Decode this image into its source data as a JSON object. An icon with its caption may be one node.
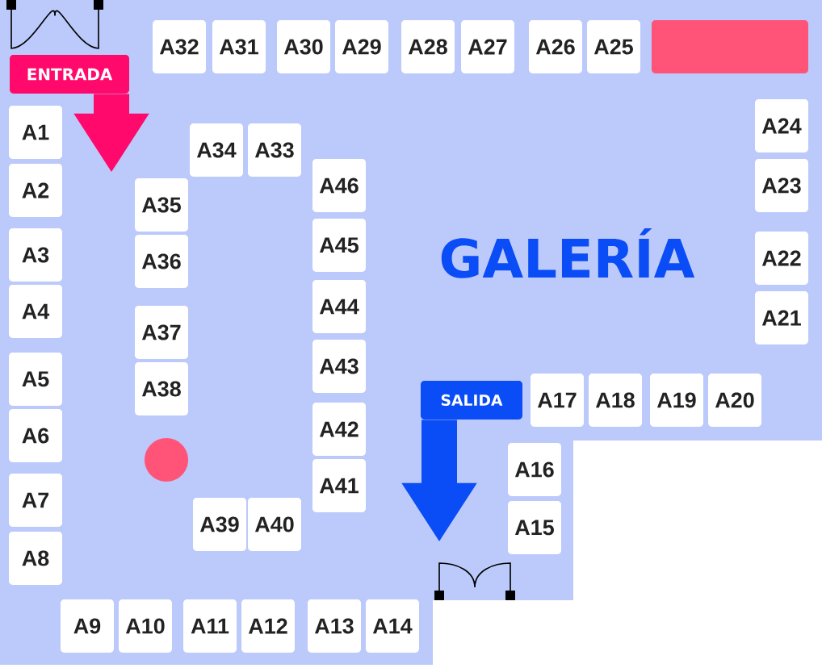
{
  "diagram": {
    "nodes": [
      {
        "text": [
          "A1"
        ]
      },
      {
        "text": [
          "A2"
        ]
      },
      {
        "text": [
          "A3"
        ]
      },
      {
        "text": [
          "A4"
        ]
      },
      {
        "text": [
          "A5"
        ]
      },
      {
        "text": [
          "A6"
        ]
      },
      {
        "text": [
          "A7"
        ]
      },
      {
        "text": [
          "A8"
        ]
      },
      {
        "text": [
          "A9"
        ]
      },
      {
        "text": [
          "A10"
        ]
      },
      {
        "text": [
          "A11"
        ]
      },
      {
        "text": [
          "A12"
        ]
      },
      {
        "text": [
          "A13"
        ]
      },
      {
        "text": [
          "A14"
        ]
      },
      {
        "text": [
          "A15"
        ]
      },
      {
        "text": [
          "A16"
        ]
      },
      {
        "text": [
          "A17"
        ]
      },
      {
        "text": [
          "A18"
        ]
      },
      {
        "text": [
          "A19"
        ]
      },
      {
        "text": [
          "A20"
        ]
      },
      {
        "text": [
          "A21"
        ]
      },
      {
        "text": [
          "A22"
        ]
      },
      {
        "text": [
          "A23"
        ]
      },
      {
        "text": [
          "A24"
        ]
      },
      {
        "text": [
          "A25"
        ]
      },
      {
        "text": [
          "A26"
        ]
      },
      {
        "text": [
          "A27"
        ]
      },
      {
        "text": [
          "A28"
        ]
      },
      {
        "text": [
          "A29"
        ]
      },
      {
        "text": [
          "A30"
        ]
      },
      {
        "text": [
          "A31"
        ]
      },
      {
        "text": [
          "A32"
        ]
      },
      {
        "text": [
          "A33"
        ]
      },
      {
        "text": [
          "A34"
        ]
      },
      {
        "text": [
          "A35"
        ]
      },
      {
        "text": [
          "A36"
        ]
      },
      {
        "text": [
          "A37"
        ]
      },
      {
        "text": [
          "A38"
        ]
      },
      {
        "text": [
          "A39"
        ]
      },
      {
        "text": [
          "A40"
        ]
      },
      {
        "text": [
          "A41"
        ]
      },
      {
        "text": [
          "A42"
        ]
      },
      {
        "text": [
          "A43"
        ]
      },
      {
        "text": [
          "A44"
        ]
      },
      {
        "text": [
          "A45"
        ]
      },
      {
        "text": [
          "A46"
        ]
      },
      {
        "text": [],
        "shape": "box"
      },
      {
        "text": [],
        "shape": "circle"
      },
      {
        "text": [
          "ENTRADA"
        ]
      },
      {
        "text": [
          "SALIDA"
        ]
      }
    ],
    "edges": [
      {
        "from": 48,
        "to": null,
        "arrow": "to",
        "color": "#ff0a6c"
      },
      {
        "from": 49,
        "to": null,
        "arrow": "to",
        "color": "#0a4cf5"
      }
    ],
    "labels": [
      "GALERÍA"
    ]
  }
}
